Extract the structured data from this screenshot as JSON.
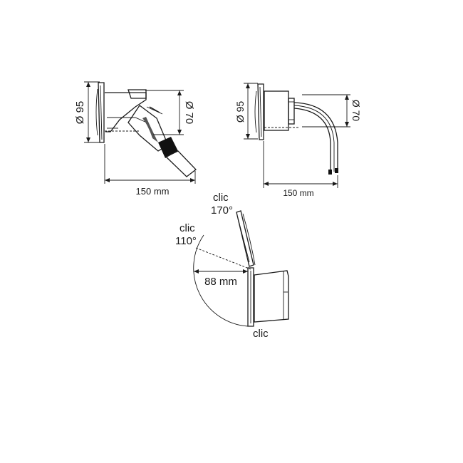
{
  "figure_1": {
    "diameter_outer": "Ø 95",
    "diameter_inner": "Ø 70",
    "length": "150 mm"
  },
  "figure_2": {
    "diameter_outer": "Ø 95",
    "diameter_inner": "Ø 70",
    "length": "150 mm"
  },
  "figure_3": {
    "clic_top_word": "clic",
    "clic_top_angle": "170°",
    "clic_mid_word": "clic",
    "clic_mid_angle": "110°",
    "depth": "88 mm",
    "clic_bottom_word": "clic"
  },
  "colors": {
    "ink": "#1a1a1a",
    "background": "#ffffff",
    "light_fill": "#f2f2f2",
    "grip_fill": "#555555",
    "ring_fill": "#111111"
  }
}
